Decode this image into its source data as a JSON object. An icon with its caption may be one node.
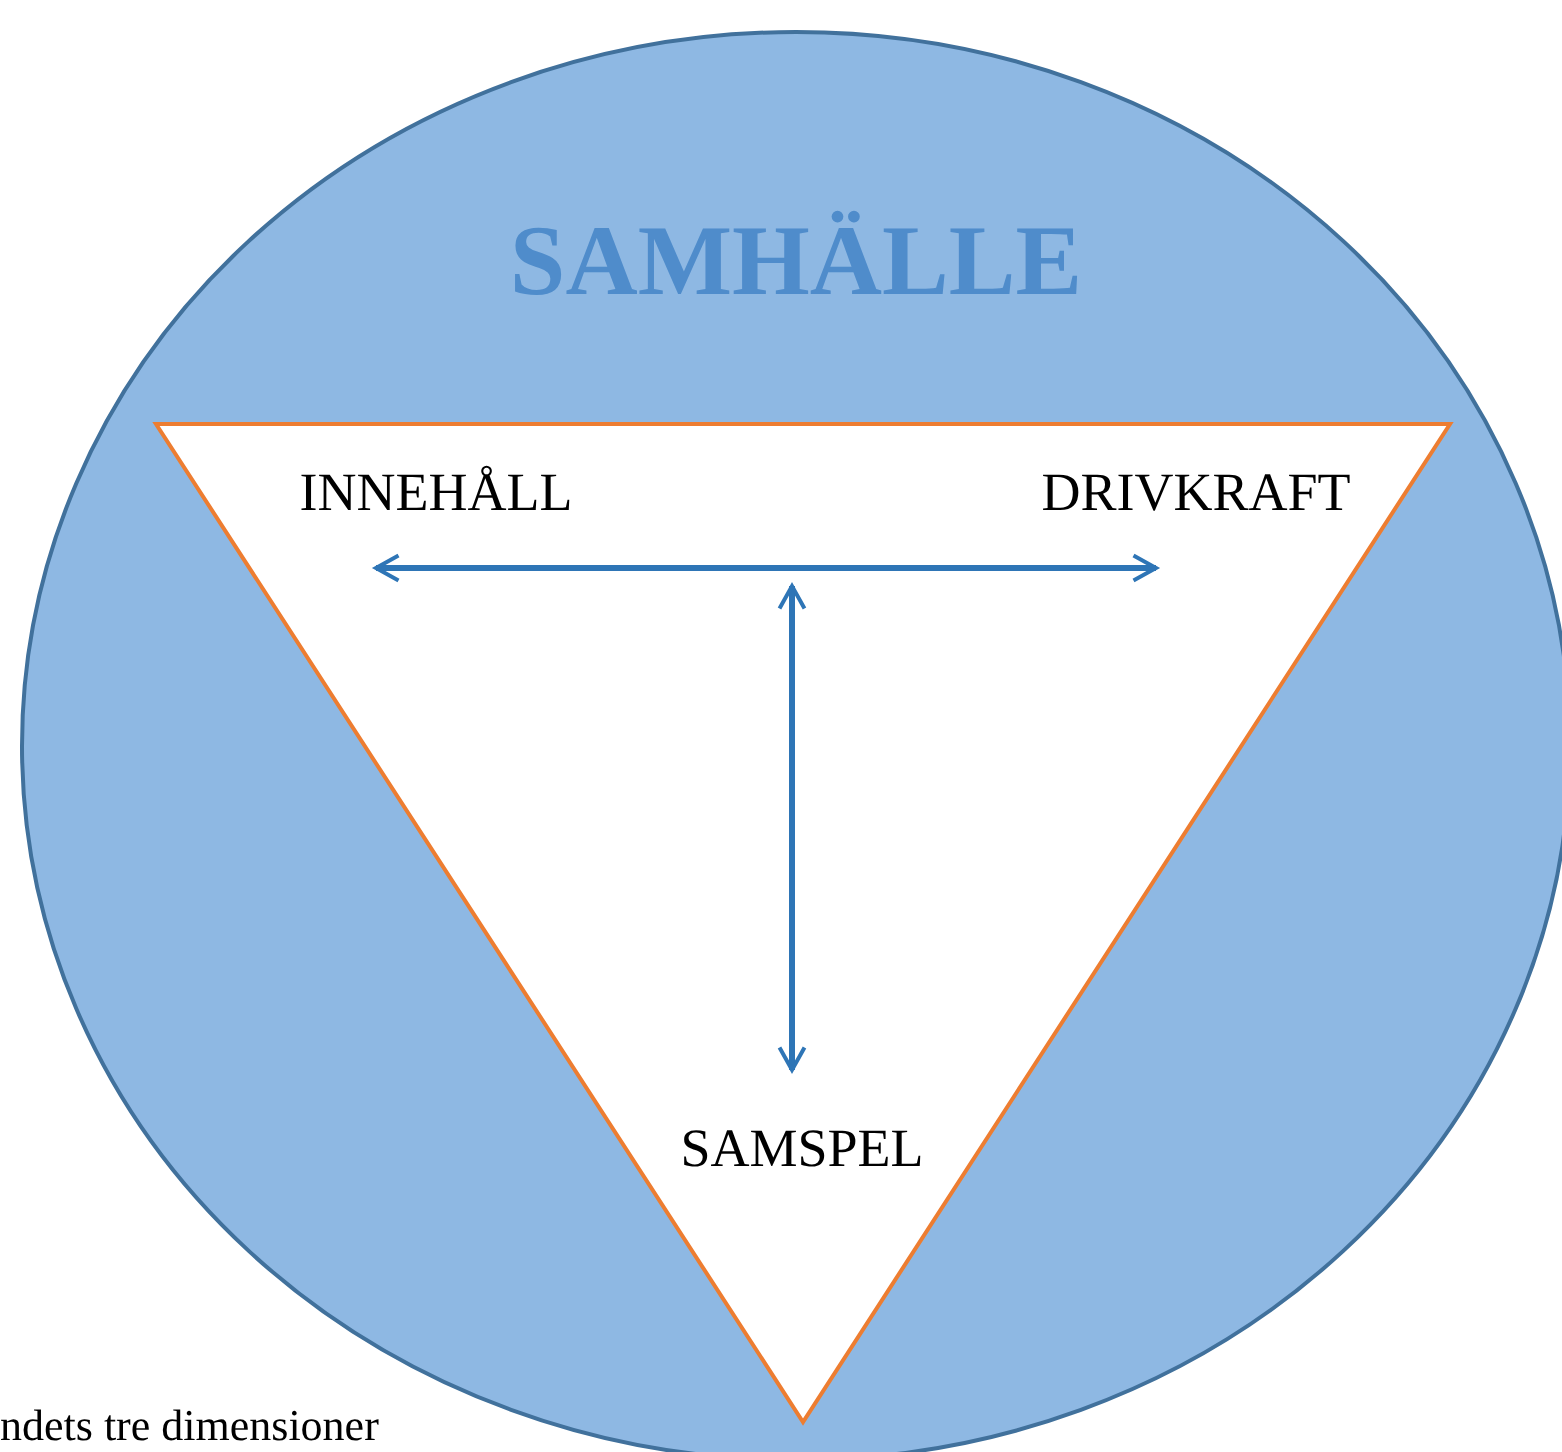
{
  "diagram": {
    "nodes": [
      {
        "text": [
          "SAMHÄLLE"
        ]
      },
      {
        "text": [],
        "shape": "triangle",
        "in": 0
      },
      {
        "text": [
          "INNEHÅLL"
        ],
        "in": 1
      },
      {
        "text": [
          "DRIVKRAFT"
        ],
        "in": 1
      },
      {
        "text": [
          "SAMSPEL"
        ],
        "in": 1
      }
    ],
    "edges": [
      {
        "from": 2,
        "to": 3,
        "arrow": "both"
      },
      {
        "from": null,
        "to": 4,
        "arrow": "both"
      }
    ],
    "labels": [
      "ndets tre dimensioner"
    ]
  }
}
